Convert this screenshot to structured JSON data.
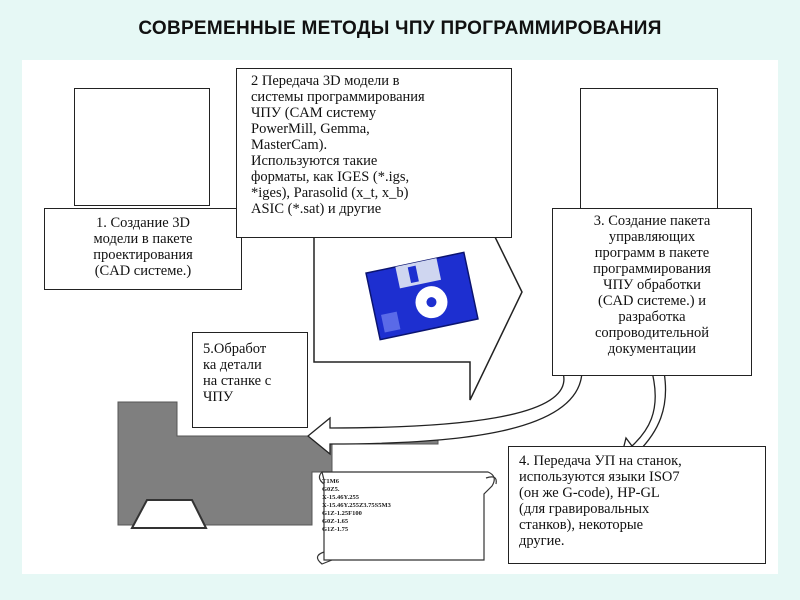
{
  "title": "СОВРЕМЕННЫЕ МЕТОДЫ ЧПУ ПРОГРАММИРОВАНИЯ",
  "steps": {
    "step1": [
      "1. Создание 3D",
      "модели в пакете",
      "проектирования",
      "(CAD системе.)"
    ],
    "step2": [
      "2 Передача 3D модели в",
      "системы программирования",
      "ЧПУ (CAM систему",
      "PowerMill, Gemma,",
      "MasterCam).",
      "Используются такие",
      "форматы, как IGES (*.igs,",
      "*iges), Parasolid (x_t, x_b)",
      "ASIC (*.sat) и другие"
    ],
    "step3": [
      "3. Создание пакета",
      "управляющих",
      "программ в пакете",
      "программирования",
      "ЧПУ обработки",
      "(CAD системе.) и",
      "разработка",
      "сопроводительной",
      "документации"
    ],
    "step4": [
      "4. Передача УП на станок,",
      "используются языки ISO7",
      "(он же G-code), HP-GL",
      "(для гравировальных",
      "станков), некоторые",
      "другие."
    ],
    "step5": [
      "5.Обработ",
      "ка детали",
      "на станке с",
      "ЧПУ"
    ]
  },
  "gcode": [
    "T1M6",
    "G0Z5.",
    "X-15.46Y.255",
    "X-15.46Y.255Z3.75S5M3",
    "G1Z-1.25F100",
    "G0Z-1.65",
    "G1Z-1.75"
  ],
  "icons": [
    "computer-icon",
    "floppy-disk-icon",
    "person-at-computer-icon",
    "cnc-machine-icon",
    "gcode-scroll-icon"
  ],
  "colors": {
    "background": "#e6f8f5",
    "monitor_screen": "#3a6ee0",
    "floppy": "#1d2fd0",
    "person_shirt": "#c04cc8"
  }
}
